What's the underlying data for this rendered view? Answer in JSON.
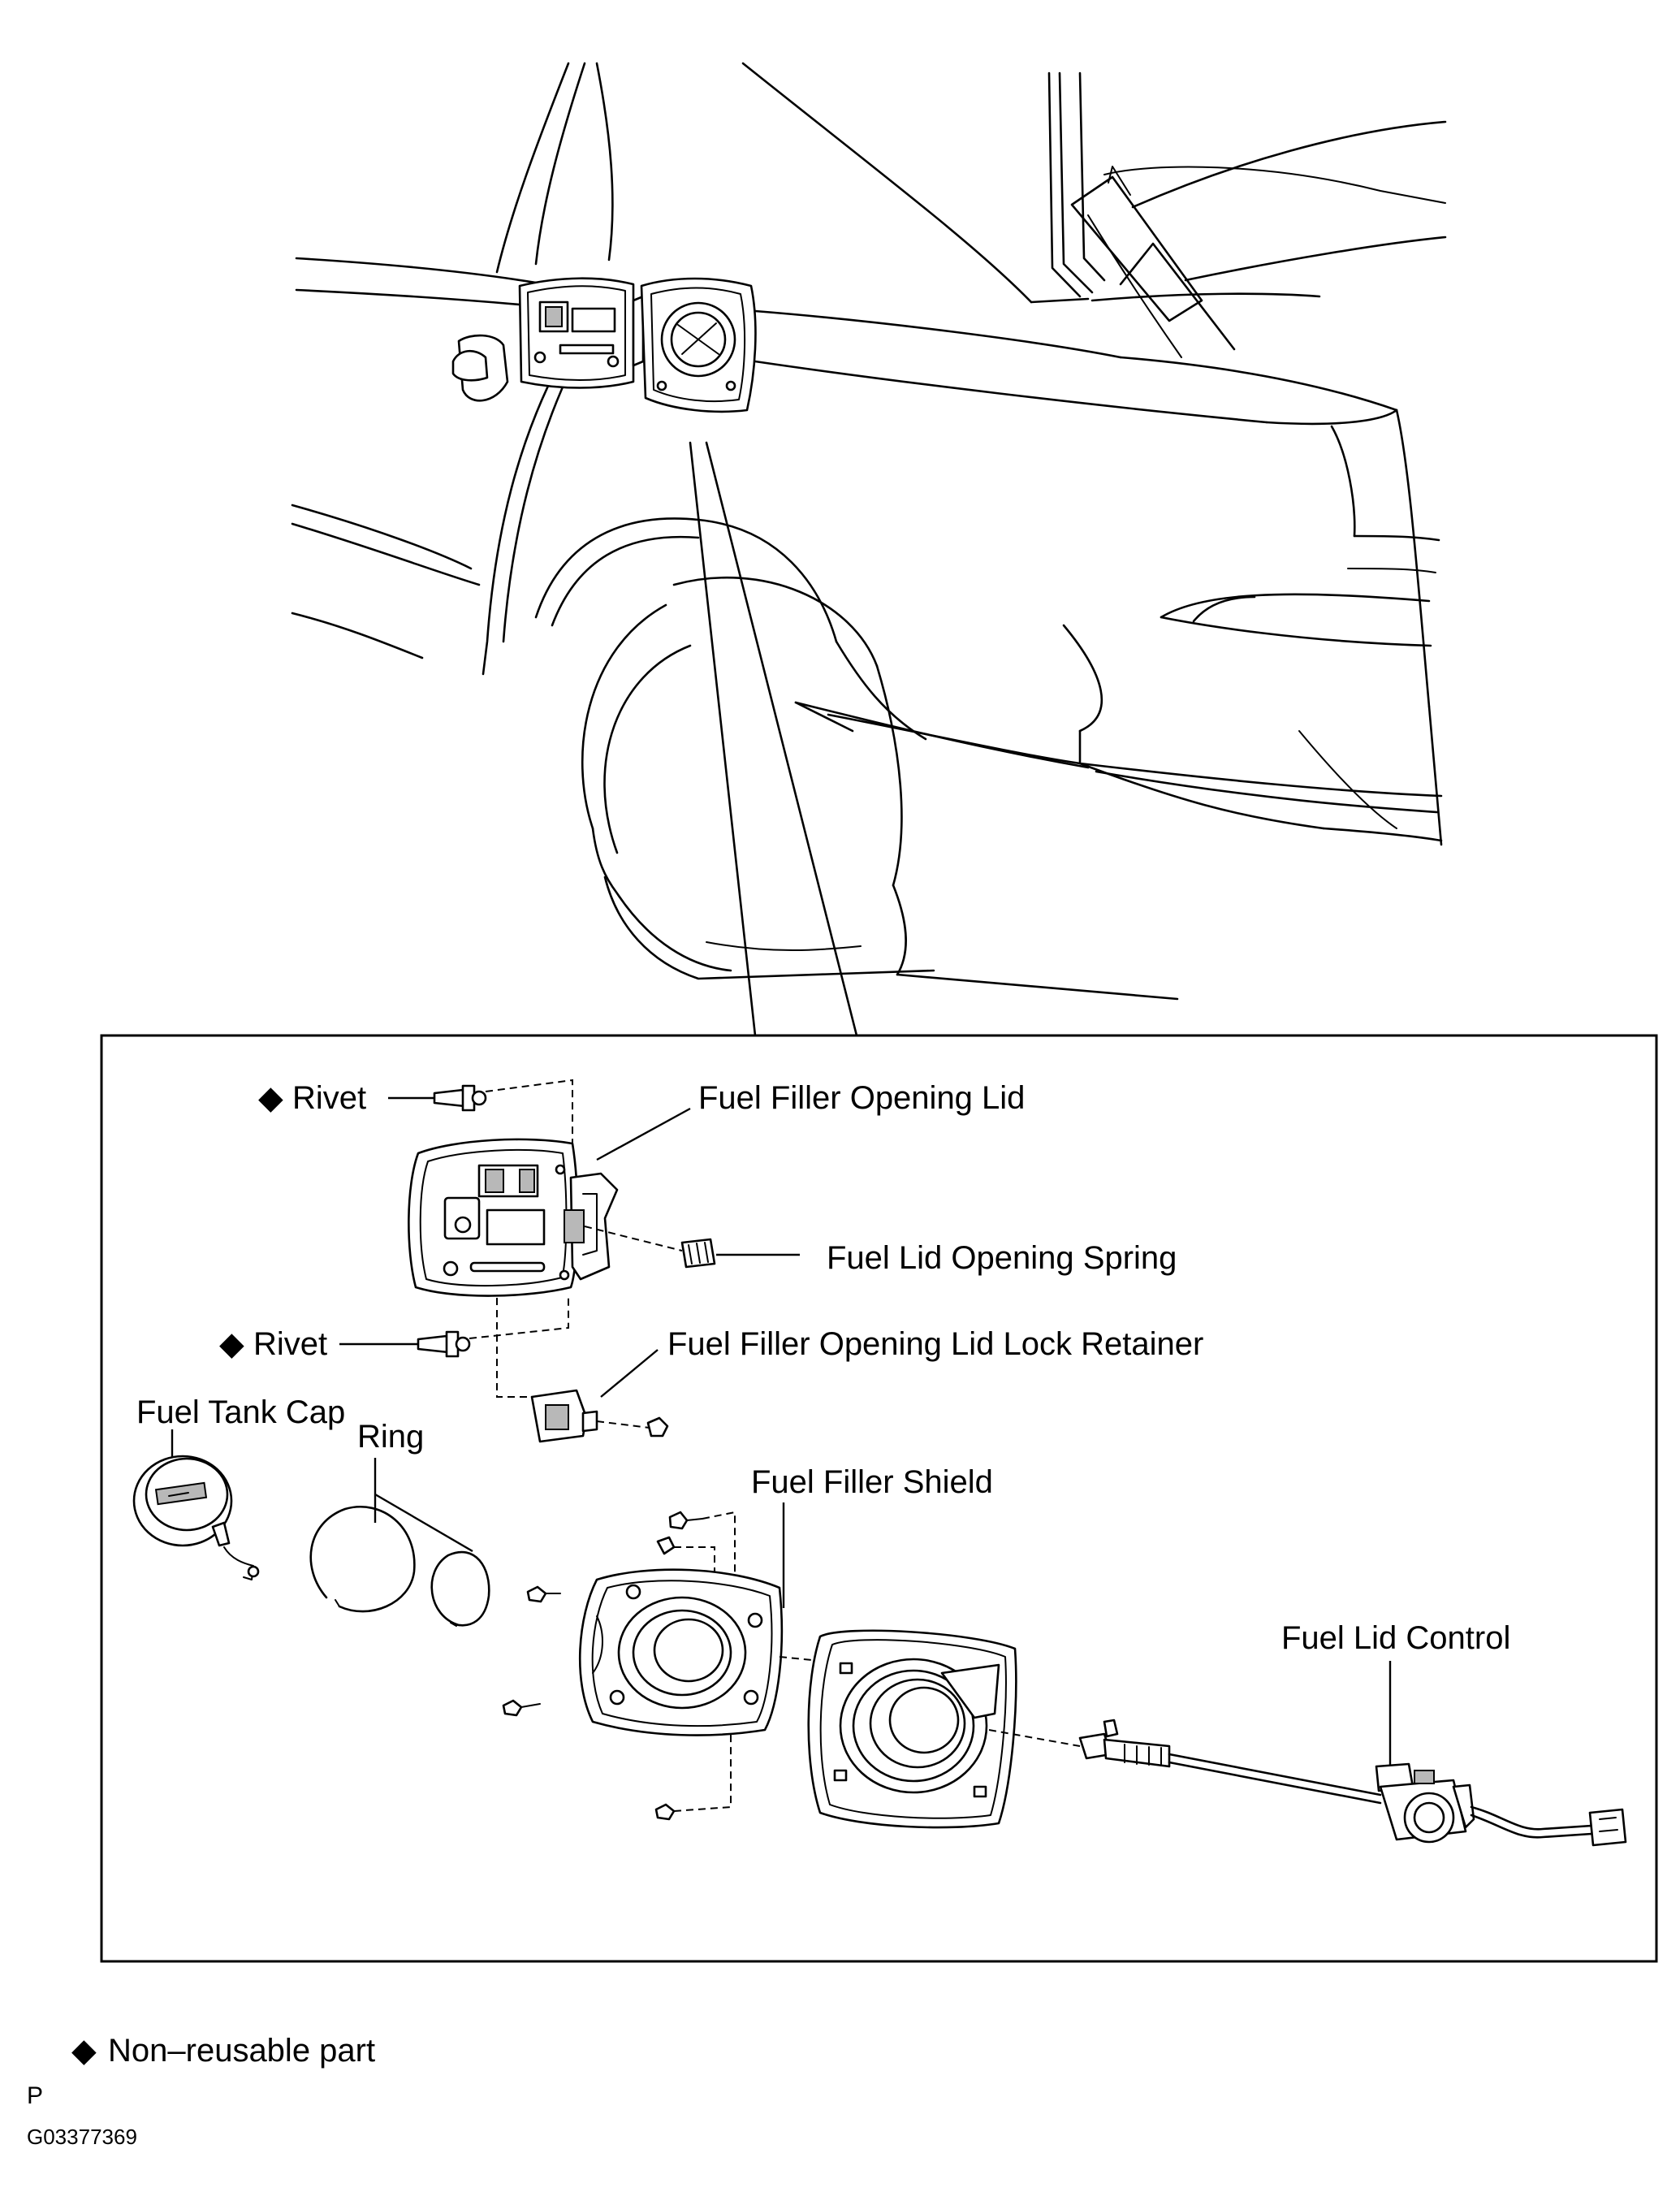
{
  "labels": {
    "rivet_top": "Rivet",
    "rivet_bottom": "Rivet",
    "fuel_filler_opening_lid": "Fuel Filler Opening Lid",
    "fuel_lid_opening_spring": "Fuel Lid Opening Spring",
    "lock_retainer": "Fuel Filler Opening Lid Lock Retainer",
    "fuel_tank_cap": "Fuel Tank Cap",
    "ring": "Ring",
    "fuel_filler_shield": "Fuel Filler Shield",
    "fuel_lid_control": "Fuel Lid Control"
  },
  "legend": {
    "symbol": "◆",
    "text": "Non–reusable part"
  },
  "footer": {
    "letter": "P",
    "figure_id": "G03377369"
  },
  "icons": {
    "non_reusable_marker": "black-diamond-icon"
  }
}
